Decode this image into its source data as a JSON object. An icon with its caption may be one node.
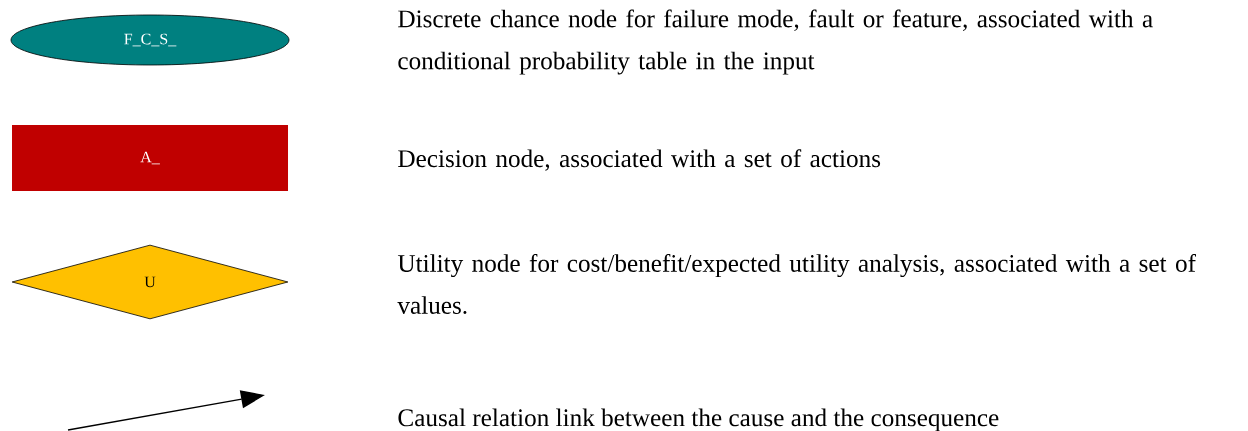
{
  "diagram": {
    "nodes": [
      {
        "text": [
          "F_C_S_"
        ]
      },
      {
        "text": [
          "A_"
        ]
      },
      {
        "text": [
          "U"
        ]
      }
    ],
    "labels": [
      "Discrete chance node for failure mode, fault or feature, associated with a conditional probability table in the input",
      "Decision node, associated with a set of actions",
      "Utility node for cost/benefit/expected utility analysis, associated with a set of values."
    ],
    "legend": [
      {
        "text": "Causal relation link between the cause and the consequence"
      }
    ]
  }
}
